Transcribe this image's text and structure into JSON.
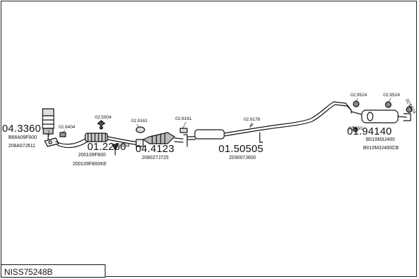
{
  "title": "NISS75248B",
  "labels": {
    "set_a": "04.3360",
    "set_b": "01.2260",
    "set_c": "04.4123",
    "set_d": "01.50505",
    "set_e": "01.94140",
    "p_29404": "02.9404",
    "p_25004a": "02.5004",
    "p_25004b": "02.5004",
    "p_29161a": "02.9161",
    "p_29161b": "02.9161",
    "p_29178": "02.9178",
    "p_29524a": "02.9524",
    "p_29524b": "02.9524",
    "p_29524c": "02.9524",
    "p_29500": "02.950",
    "ref_b68": "B68A09F600",
    "ref_208a": "208A07J611",
    "ref_200a": "200109F600",
    "ref_200b": "200109F800KE",
    "ref_208b": "208027J725",
    "ref_203": "203007J600",
    "ref_b010a": "B010M3J400",
    "ref_b010b": "B010M3J400CB"
  }
}
